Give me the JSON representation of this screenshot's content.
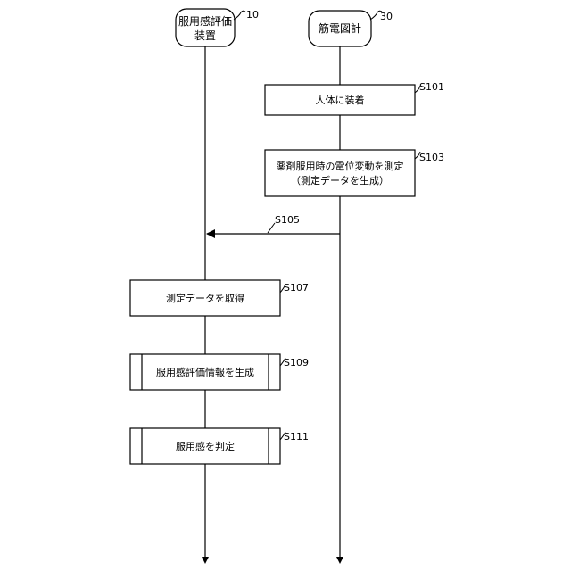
{
  "actors": [
    {
      "name_line1": "服用感評価",
      "name_line2": "装置",
      "ref": "10"
    },
    {
      "name_line1": "筋電図計",
      "name_line2": "",
      "ref": "30"
    }
  ],
  "steps": [
    {
      "id": "S101",
      "line1": "人体に装着",
      "line2": ""
    },
    {
      "id": "S103",
      "line1": "薬剤服用時の電位変動を測定",
      "line2": "（測定データを生成）"
    },
    {
      "id": "S105",
      "line1": "",
      "line2": ""
    },
    {
      "id": "S107",
      "line1": "測定データを取得",
      "line2": ""
    },
    {
      "id": "S109",
      "line1": "服用感評価情報を生成",
      "line2": ""
    },
    {
      "id": "S111",
      "line1": "服用感を判定",
      "line2": ""
    }
  ]
}
